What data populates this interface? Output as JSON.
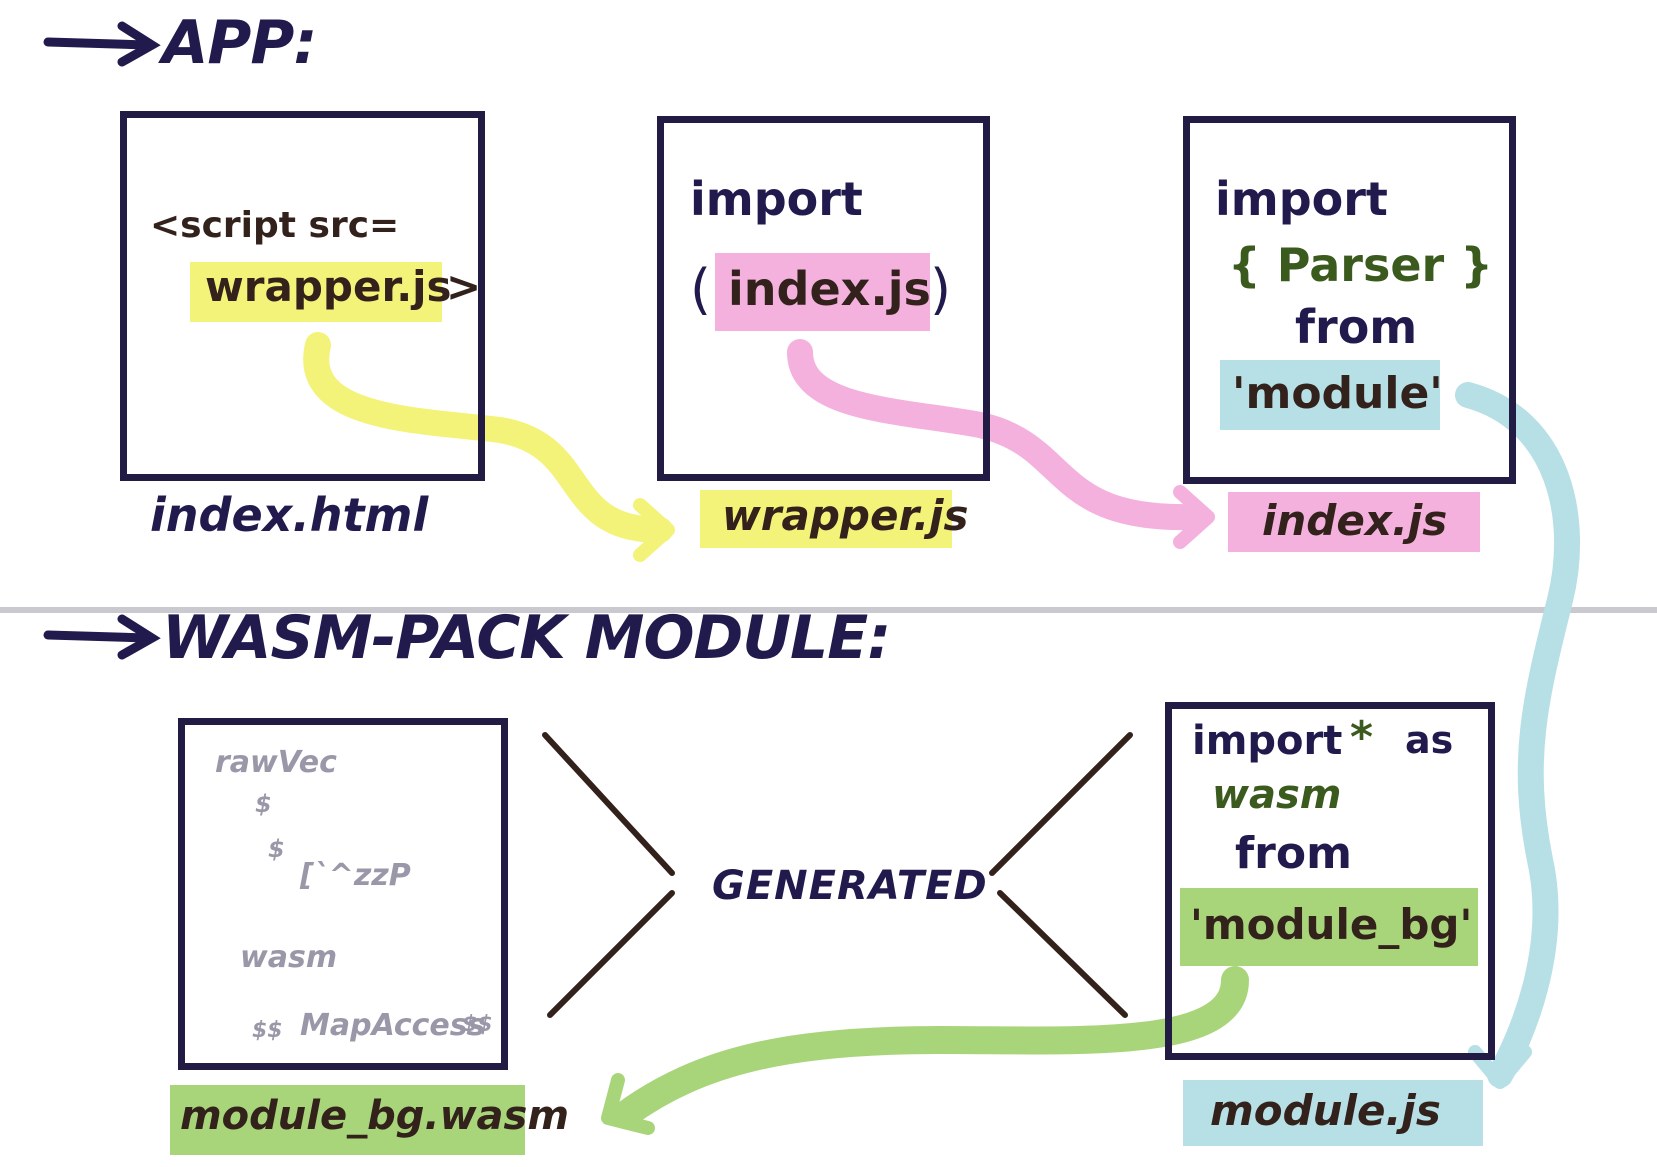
{
  "sections": {
    "app_heading": "APP:",
    "wasm_heading": "WASM-PACK MODULE:"
  },
  "app": {
    "index_html": {
      "code_line1": "<script src=",
      "code_highlight": "wrapper.js",
      "code_line2_suffix": ">",
      "label": "index.html"
    },
    "wrapper_js": {
      "code_line1": "import",
      "code_open_paren": "(",
      "code_highlight": "index.js",
      "code_close_paren": ")",
      "label": "wrapper.js"
    },
    "index_js": {
      "code_line1": "import",
      "code_line2": "{ Parser }",
      "code_line3": "from",
      "code_highlight": "'module'",
      "label": "index.js"
    }
  },
  "wasm": {
    "module_bg_wasm": {
      "junk_lines": [
        "rawVec",
        "$",
        "$",
        "[`^zzP",
        "wasm",
        "$$",
        "MapAccess",
        "$$"
      ],
      "label": "module_bg.wasm"
    },
    "generated_label": "GENERATED",
    "module_js": {
      "code_line1_a": "import",
      "code_line1_star": "*",
      "code_line1_b": "as",
      "code_line2": "wasm",
      "code_line3": "from",
      "code_highlight": "'module_bg'",
      "label": "module.js"
    }
  },
  "colors": {
    "ink": "#211b4d",
    "yellow": "#f3f37a",
    "pink": "#f4b1de",
    "blue": "#b6e0e6",
    "green": "#a9d57a",
    "divider": "#c9c9cf"
  }
}
